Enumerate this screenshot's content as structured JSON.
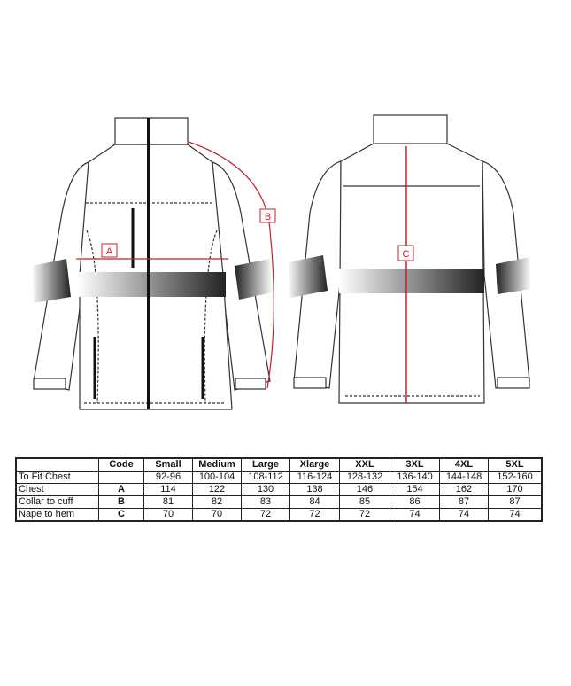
{
  "diagram": {
    "front_labels": {
      "chest": "A",
      "collar_to_cuff": "B"
    },
    "back_labels": {
      "nape_to_hem": "C"
    },
    "accent_color": "#c8202a"
  },
  "size_table": {
    "headers": [
      "",
      "Code",
      "Small",
      "Medium",
      "Large",
      "Xlarge",
      "XXL",
      "3XL",
      "4XL",
      "5XL"
    ],
    "rows": [
      {
        "label": "To Fit Chest",
        "code": "",
        "values": [
          "92-96",
          "100-104",
          "108-112",
          "116-124",
          "128-132",
          "136-140",
          "144-148",
          "152-160"
        ]
      },
      {
        "label": "Chest",
        "code": "A",
        "values": [
          "114",
          "122",
          "130",
          "138",
          "146",
          "154",
          "162",
          "170"
        ]
      },
      {
        "label": "Collar to cuff",
        "code": "B",
        "values": [
          "81",
          "82",
          "83",
          "84",
          "85",
          "86",
          "87",
          "87"
        ]
      },
      {
        "label": "Nape to hem",
        "code": "C",
        "values": [
          "70",
          "70",
          "72",
          "72",
          "72",
          "74",
          "74",
          "74"
        ]
      }
    ]
  }
}
